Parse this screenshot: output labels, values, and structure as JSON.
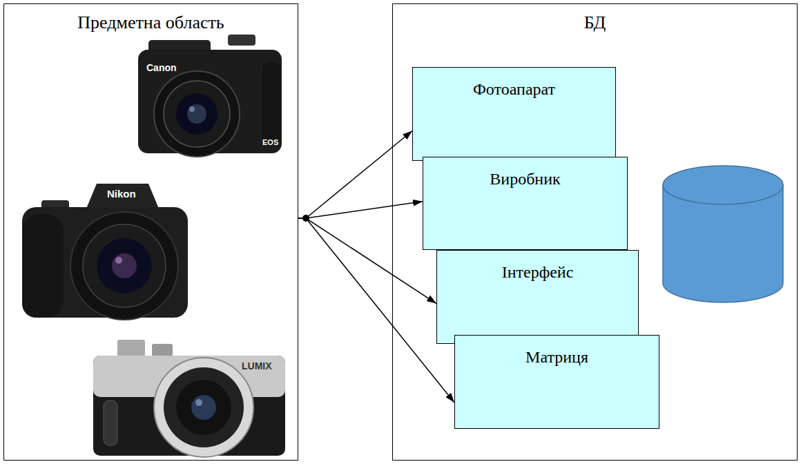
{
  "diagram": {
    "nodes": [
      {
        "text": [
          "Предметна область"
        ]
      },
      {
        "text": [
          "БД"
        ]
      },
      {
        "text": [
          "Фотоапарат"
        ],
        "in": 1
      },
      {
        "text": [
          "Виробник"
        ],
        "in": 1
      },
      {
        "text": [
          "Інтерфейс"
        ],
        "in": 1
      },
      {
        "text": [
          "Матриця"
        ],
        "in": 1
      }
    ],
    "edges": [
      {
        "from": 0,
        "to": 2,
        "arrow": "to"
      },
      {
        "from": 0,
        "to": 3,
        "arrow": "to"
      },
      {
        "from": 0,
        "to": 4,
        "arrow": "to"
      },
      {
        "from": 0,
        "to": 5,
        "arrow": "to"
      }
    ],
    "labels": [
      "Canon",
      "EOS",
      "Nikon",
      "LUMIX"
    ]
  }
}
